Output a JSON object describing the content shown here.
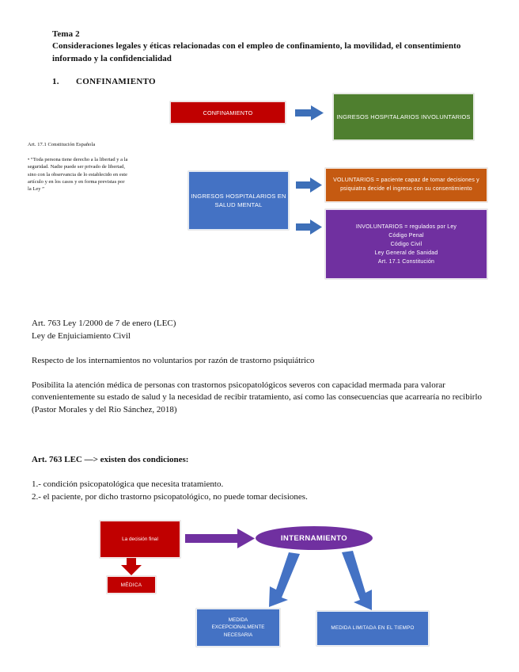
{
  "document": {
    "tema": "Tema 2",
    "subtitle": "Consideraciones legales y éticas relacionadas con el empleo de confinamiento, la movilidad, el consentimiento informado y la confidencialidad",
    "section_number": "1.",
    "section_title": "CONFINAMIENTO"
  },
  "legal_note": {
    "title": "Art. 17.1 Constitución Española",
    "quote": "• “Toda persona tiene derecho a la libertad y a la seguridad. Nadie puede ser privado de libertad, sino con la observancia de lo establecido en este artículo y en los casos y en forma previstas por la Ley ”"
  },
  "diagram_top": {
    "confinamiento": "CONFINAMIENTO",
    "ingresos_involuntarios": "INGRESOS HOSPITALARIOS INVOLUNTARIOS",
    "ingresos_salud_mental": "INGRESOS HOSPITALARIOS EN SALUD MENTAL",
    "voluntarios": "VOLUNTARIOS = paciente capaz de tomar decisiones y psiquiatra decide el ingreso con su consentimiento",
    "involuntarios": "INVOLUNTARIOS = regulados por Ley Código Penal Código Civil Ley General de Sanidad Art. 17.1 Constitución",
    "involuntarios_lines": [
      "INVOLUNTARIOS = regulados por Ley",
      "Código Penal",
      "Código Civil",
      "Ley General de Sanidad",
      "Art. 17.1 Constitución"
    ],
    "colors": {
      "red": "#C00000",
      "green": "#4F7F2F",
      "blue": "#4472C4",
      "orange": "#C55A11",
      "purple": "#7030A0",
      "arrow_blue": "#3D6FB8"
    }
  },
  "body": {
    "line_art763": "Art. 763 Ley 1/2000 de 7 de enero (LEC)",
    "line_lec": "Ley de Enjuiciamiento Civil",
    "respecto": "Respecto de los internamientos no voluntarios por razón de trastorno psiquiátrico",
    "posibilita": "Posibilita la atención médica de personas con trastornos psicopatológicos severos con capacidad mermada para valorar convenientemente su estado de salud y la necesidad de recibir tratamiento, así como las consecuencias que acarrearía no recibirlo",
    "cita": "(Pastor Morales y del Rio Sánchez, 2018)",
    "condiciones_heading": "Art. 763 LEC —> existen dos condiciones:",
    "condicion1": "1.- condición psicopatológica que necesita tratamiento.",
    "condicion2": "2.- el paciente, por dicho trastorno psicopatológico, no puede tomar decisiones."
  },
  "diagram_bottom": {
    "decision_final": "La decisión final",
    "medica": "MÉDICA",
    "internamiento": "INTERNAMIENTO",
    "medida_excepcional_lines": [
      "MEDIDA",
      "EXCEPCIONALMENTE",
      "NECESARIA"
    ],
    "medida_limitada": "MEDIDA LIMITADA EN EL TIEMPO",
    "colors": {
      "red": "#C00000",
      "purple": "#7030A0",
      "blue": "#4472C4"
    }
  }
}
